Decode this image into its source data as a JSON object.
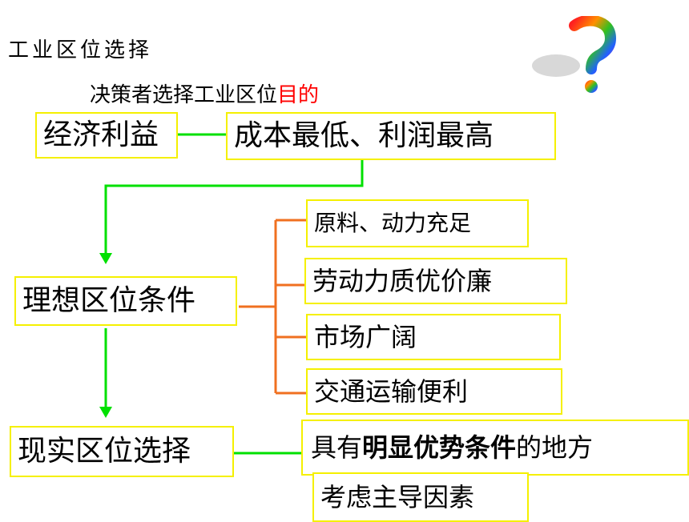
{
  "title": "工业区位选择",
  "purpose": {
    "prefix": "决策者选择工业区位",
    "highlight": "目的"
  },
  "nodes": {
    "economic_benefit": "经济利益",
    "cost_profit": "成本最低、利润最高",
    "ideal_conditions": "理想区位条件",
    "real_choice": "现实区位选择"
  },
  "conditions": [
    "原料、动力充足",
    "劳动力质优价廉",
    "市场广阔",
    "交通运输便利"
  ],
  "advantage": {
    "part1": "具有",
    "bold": "明显优势条件",
    "part2": "的地方"
  },
  "dominant_factor": "考虑主导因素",
  "colors": {
    "box_border": "#f5f000",
    "green_line": "#00e000",
    "orange_line": "#f07020",
    "highlight": "#ff0000"
  },
  "icons": [
    "question-mark-icon"
  ]
}
